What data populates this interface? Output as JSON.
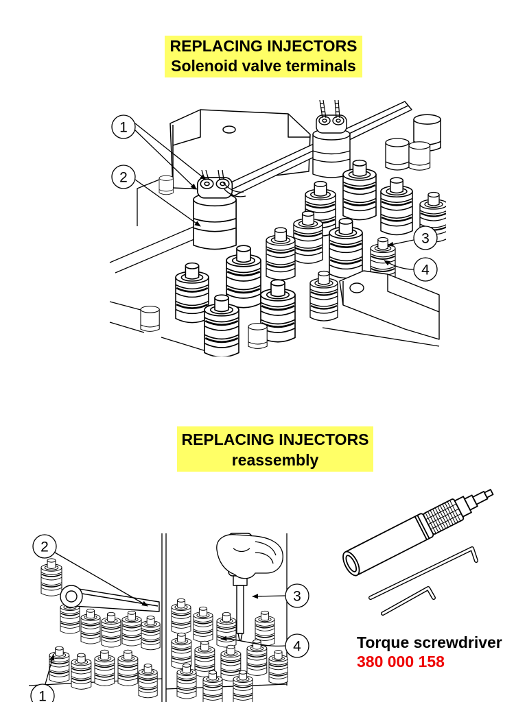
{
  "section1": {
    "title": "REPLACING INJECTORS",
    "subtitle": "Solenoid valve terminals",
    "callouts": [
      "1",
      "2",
      "3",
      "4"
    ]
  },
  "section2": {
    "title": "REPLACING INJECTORS",
    "subtitle": "reassembly",
    "callouts": [
      "2",
      "3",
      "4",
      "1"
    ]
  },
  "tool": {
    "name": "Torque screwdriver",
    "part_number": "380 000 158"
  },
  "colors": {
    "title_box": "#ffff66",
    "text": "#000000",
    "part_number": "#ee0000"
  }
}
